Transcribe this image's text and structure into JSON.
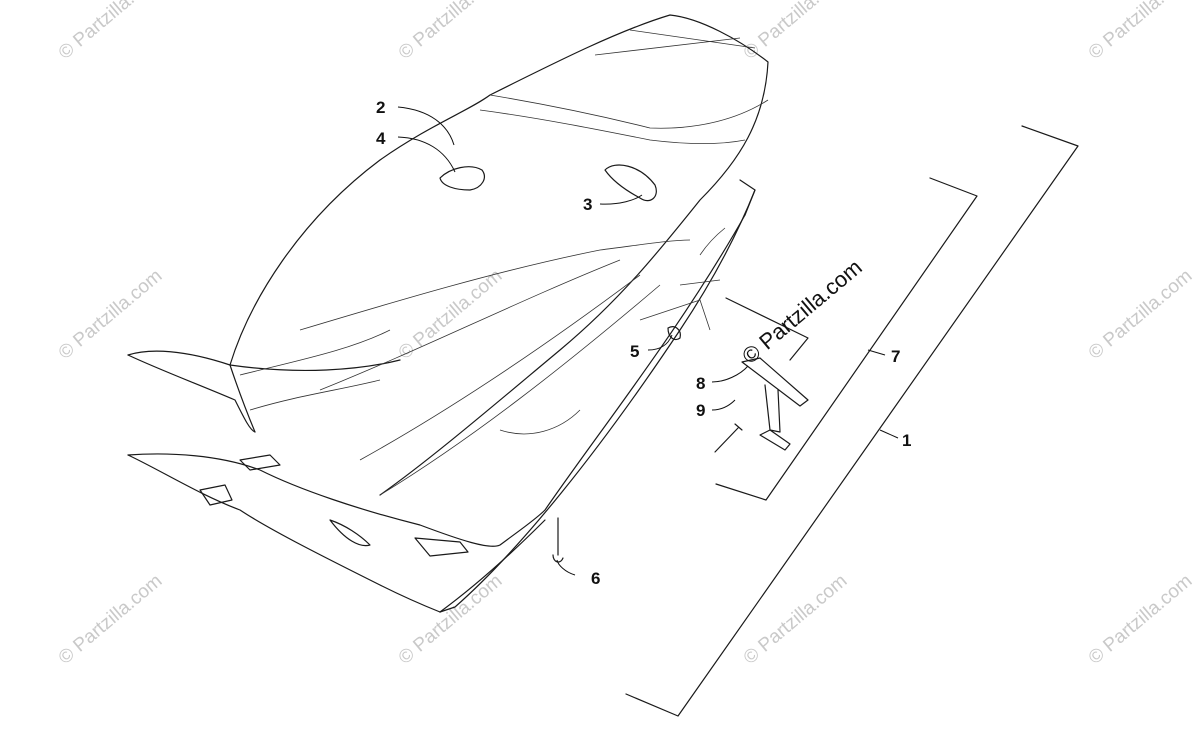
{
  "diagram": {
    "callouts": [
      {
        "id": "1",
        "label": "1"
      },
      {
        "id": "2",
        "label": "2"
      },
      {
        "id": "3",
        "label": "3"
      },
      {
        "id": "4",
        "label": "4"
      },
      {
        "id": "5",
        "label": "5"
      },
      {
        "id": "6",
        "label": "6"
      },
      {
        "id": "7",
        "label": "7"
      },
      {
        "id": "8",
        "label": "8"
      },
      {
        "id": "9",
        "label": "9"
      }
    ],
    "watermark": {
      "main": "© Partzilla.com",
      "tile": "© Partzilla.com"
    }
  }
}
